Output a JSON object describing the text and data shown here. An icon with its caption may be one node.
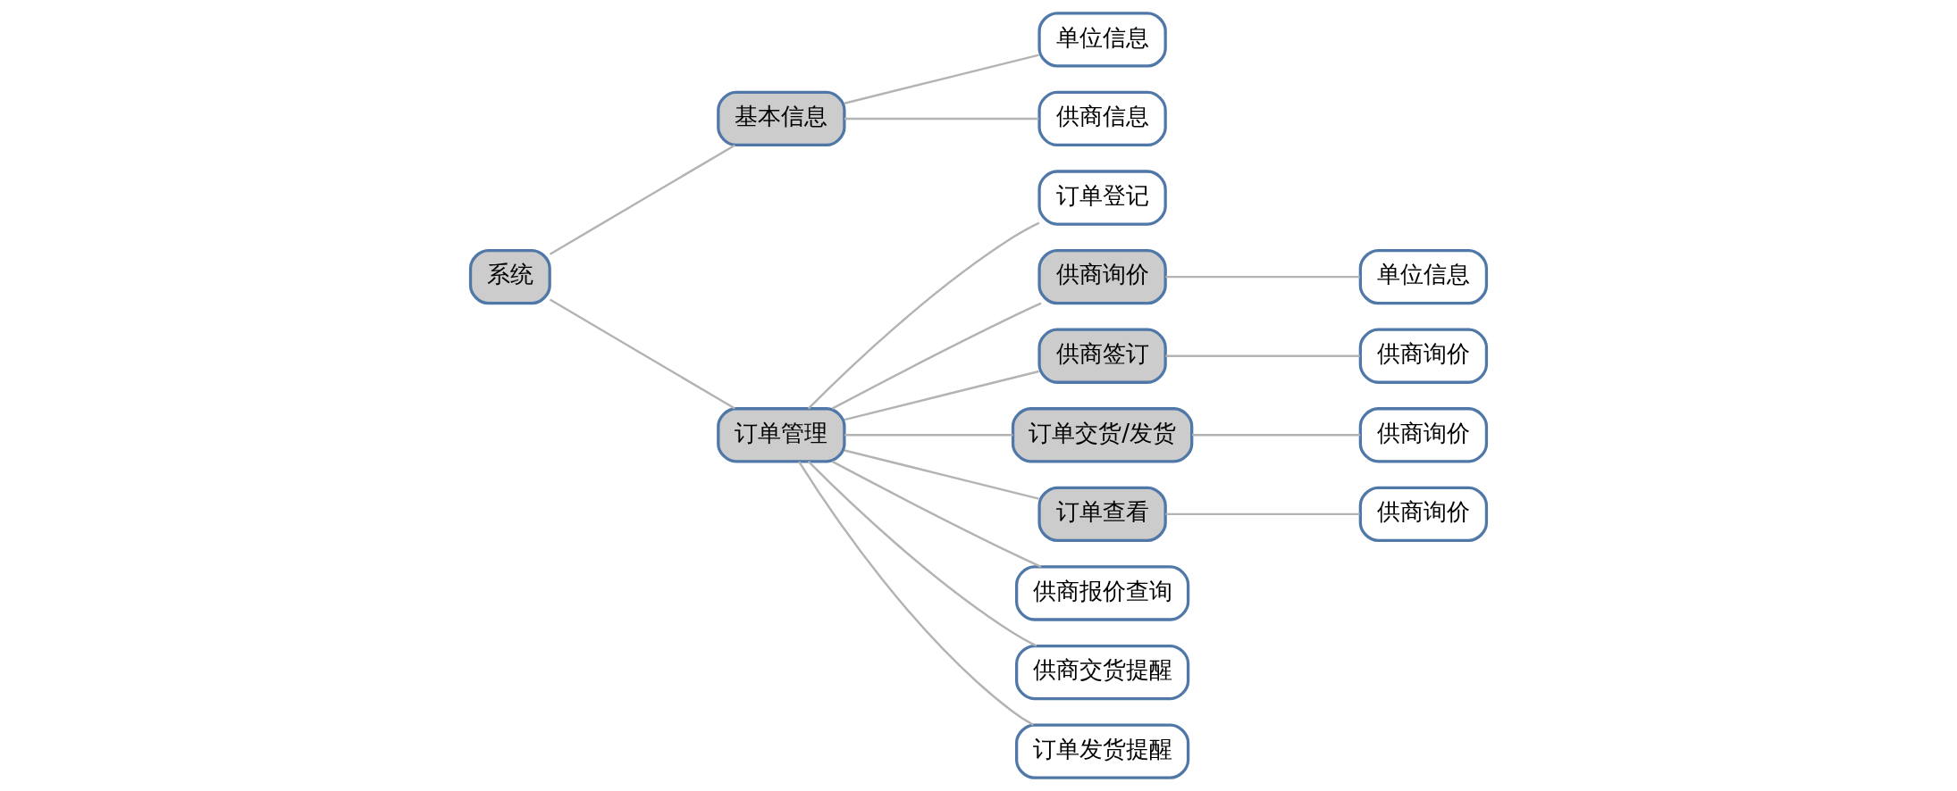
{
  "diagram": {
    "nodes": [
      {
        "text": [
          "系统"
        ]
      },
      {
        "text": [
          "基本信息"
        ]
      },
      {
        "text": [
          "单位信息"
        ]
      },
      {
        "text": [
          "供商信息"
        ]
      },
      {
        "text": [
          "订单管理"
        ]
      },
      {
        "text": [
          "订单登记"
        ]
      },
      {
        "text": [
          "供商询价"
        ]
      },
      {
        "text": [
          "单位信息"
        ]
      },
      {
        "text": [
          "供商签订"
        ]
      },
      {
        "text": [
          "供商询价"
        ]
      },
      {
        "text": [
          "订单交货/发货"
        ]
      },
      {
        "text": [
          "供商询价"
        ]
      },
      {
        "text": [
          "订单查看"
        ]
      },
      {
        "text": [
          "供商询价"
        ]
      },
      {
        "text": [
          "供商报价查询"
        ]
      },
      {
        "text": [
          "供商交货提醒"
        ]
      },
      {
        "text": [
          "订单发货提醒"
        ]
      }
    ],
    "edges": [
      {
        "from": 0,
        "to": 1,
        "arrow": "none"
      },
      {
        "from": 1,
        "to": 2,
        "arrow": "none"
      },
      {
        "from": 1,
        "to": 3,
        "arrow": "none"
      },
      {
        "from": 0,
        "to": 4,
        "arrow": "none"
      },
      {
        "from": 4,
        "to": 5,
        "arrow": "none"
      },
      {
        "from": 4,
        "to": 6,
        "arrow": "none"
      },
      {
        "from": 6,
        "to": 7,
        "arrow": "none"
      },
      {
        "from": 4,
        "to": 8,
        "arrow": "none"
      },
      {
        "from": 8,
        "to": 9,
        "arrow": "none"
      },
      {
        "from": 4,
        "to": 10,
        "arrow": "none"
      },
      {
        "from": 10,
        "to": 11,
        "arrow": "none"
      },
      {
        "from": 4,
        "to": 12,
        "arrow": "none"
      },
      {
        "from": 12,
        "to": 13,
        "arrow": "none"
      },
      {
        "from": 4,
        "to": 14,
        "arrow": "none"
      },
      {
        "from": 4,
        "to": 15,
        "arrow": "none"
      },
      {
        "from": 4,
        "to": 16,
        "arrow": "none"
      }
    ]
  }
}
